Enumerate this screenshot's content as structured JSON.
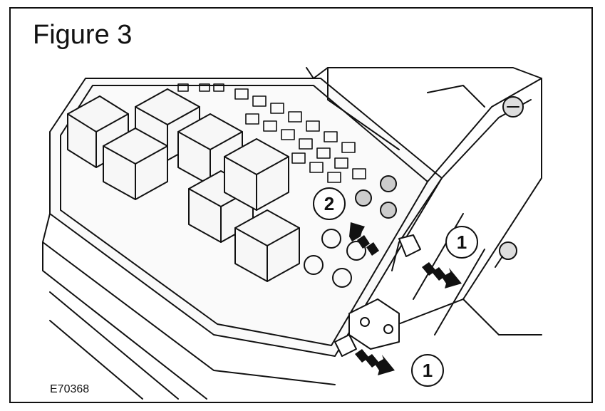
{
  "figure": {
    "title": "Figure 3",
    "reference": "E70368"
  },
  "callouts": [
    {
      "label": "1"
    },
    {
      "label": "1"
    },
    {
      "label": "2"
    }
  ],
  "colors": {
    "line": "#111111",
    "background": "#ffffff",
    "fill": "#f2f2f2"
  }
}
